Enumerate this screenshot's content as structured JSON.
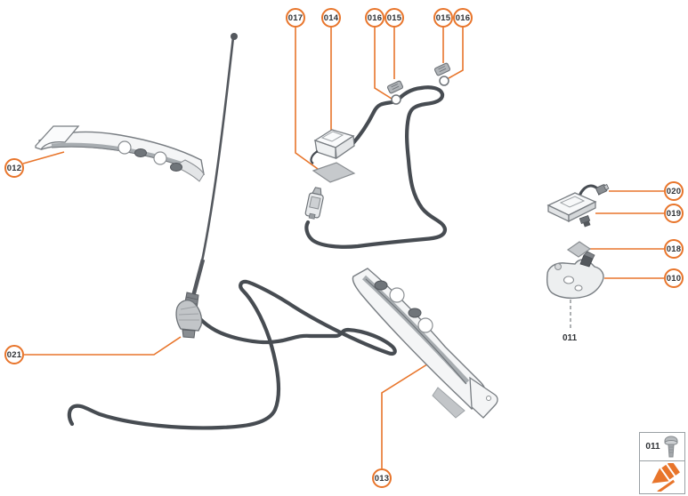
{
  "diagram": {
    "type": "exploded-parts-diagram",
    "callouts": [
      {
        "label": "017"
      },
      {
        "label": "014"
      },
      {
        "label": "016"
      },
      {
        "label": "015"
      },
      {
        "label": "015"
      },
      {
        "label": "016"
      },
      {
        "label": "012"
      },
      {
        "label": "021"
      },
      {
        "label": "013"
      },
      {
        "label": "020"
      },
      {
        "label": "019"
      },
      {
        "label": "018"
      },
      {
        "label": "010"
      }
    ],
    "floating_label": "011",
    "legend": {
      "part_label": "011",
      "icons": [
        "screw-icon",
        "brand-arrow-logo"
      ]
    },
    "colors": {
      "accent_orange": "#E8752B",
      "cable_gray": "#474C52",
      "part_outline": "#787D82"
    }
  }
}
